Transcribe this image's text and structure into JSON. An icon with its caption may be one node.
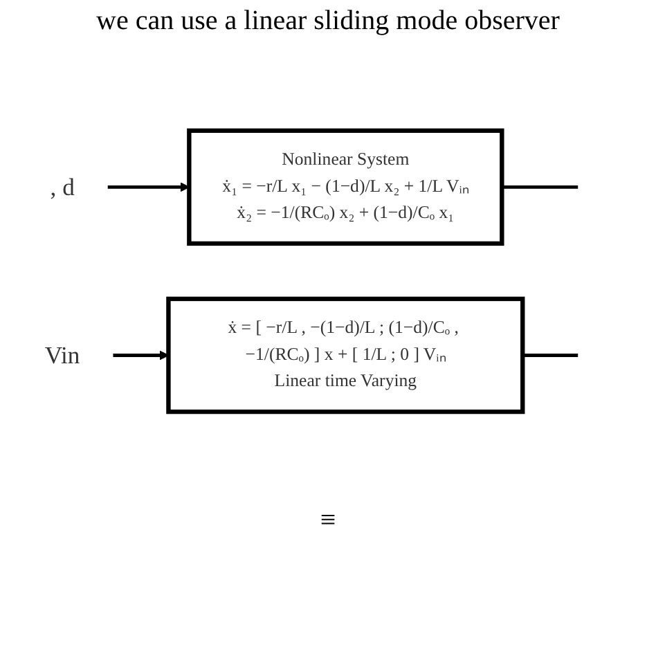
{
  "diagram": {
    "nodes": [
      {
        "text": [
          ", d"
        ]
      },
      {
        "text": [
          "Nonlinear System",
          "ẋ₁ = −r/L x₁ − (1−d)/L x₂ + 1/L Vᵢₙ",
          "ẋ₂ = −1/(RCₒ) x₂ + (1−d)/Cₒ x₁"
        ]
      },
      {
        "text": [
          "Vin"
        ]
      },
      {
        "text": [
          "ẋ = [ −r/L , −(1−d)/L ; (1−d)/Cₒ , −1/(RCₒ) ] x + [ 1/L ; 0 ] Vᵢₙ",
          "Linear time Varying"
        ]
      }
    ],
    "edges": [
      {
        "from": 0,
        "to": 1,
        "arrow": "to"
      },
      {
        "from": 1,
        "to": null,
        "arrow": "none"
      },
      {
        "from": 2,
        "to": 3,
        "arrow": "to"
      },
      {
        "from": 3,
        "to": null,
        "arrow": "none"
      }
    ],
    "labels": [
      "we can use a linear sliding mode observer",
      "≡"
    ]
  }
}
